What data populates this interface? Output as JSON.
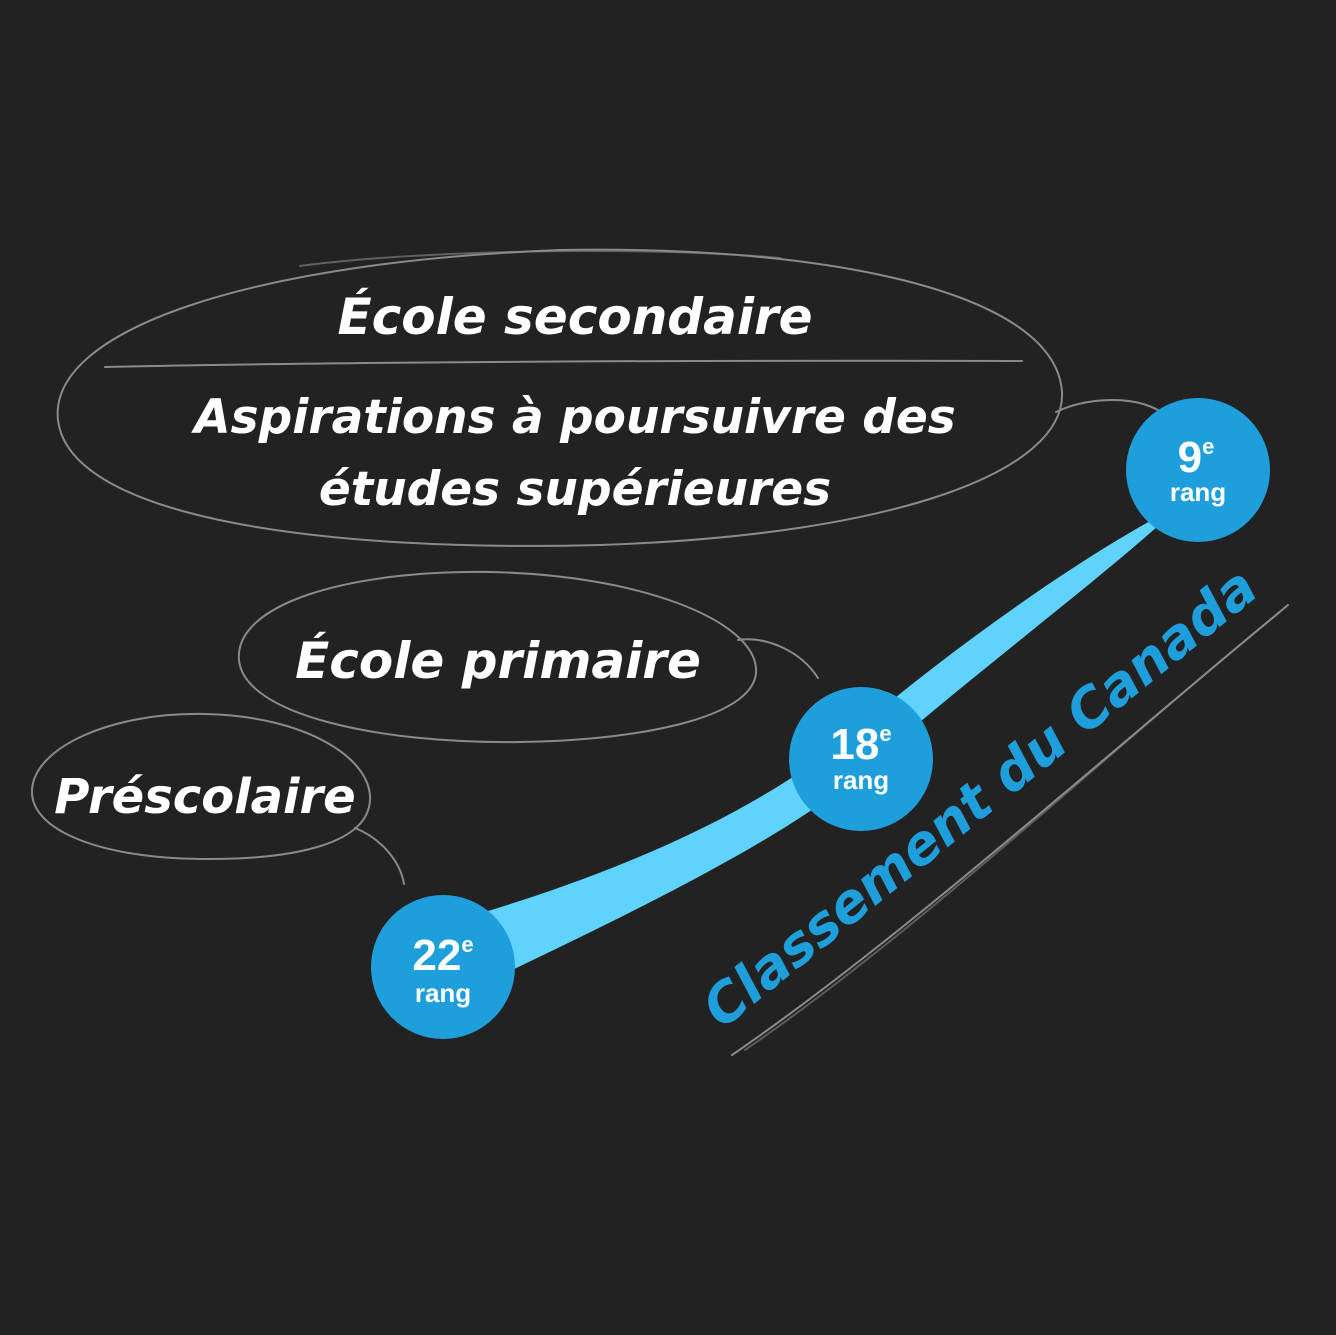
{
  "colors": {
    "background": "#222222",
    "accent": "#1e9fdc",
    "ribbon": "#5fd3fb",
    "sketch_line": "#8a8a8a",
    "text": "#ffffff"
  },
  "bubbles": {
    "secondary": {
      "title": "École secondaire",
      "subtitle_line1": "Aspirations à poursuivre des",
      "subtitle_line2": "études supérieures"
    },
    "primary": {
      "title": "École primaire"
    },
    "preschool": {
      "title": "Préscolaire"
    }
  },
  "ranks": [
    {
      "number": "22",
      "suffix": "e",
      "word": "rang"
    },
    {
      "number": "18",
      "suffix": "e",
      "word": "rang"
    },
    {
      "number": "9",
      "suffix": "e",
      "word": "rang"
    }
  ],
  "axis_label": "Classement du Canada"
}
